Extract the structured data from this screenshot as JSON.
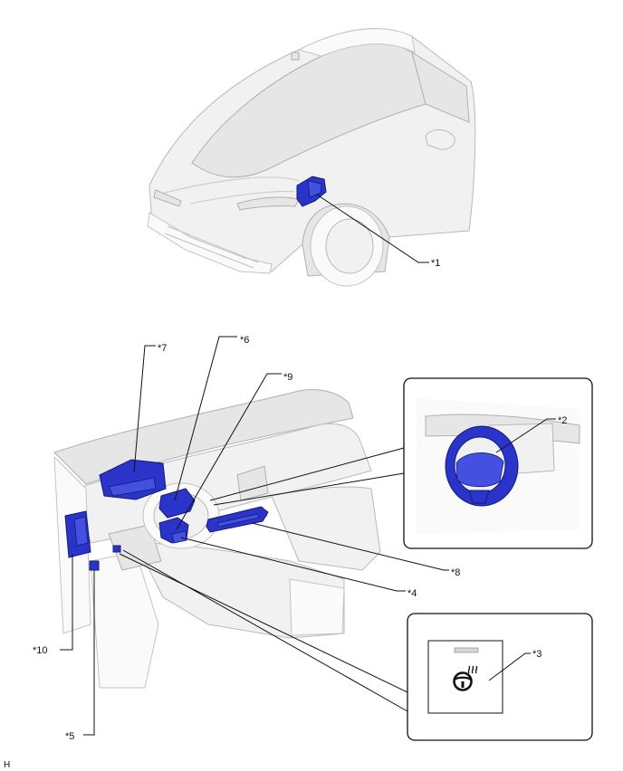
{
  "callouts": {
    "c1": "*1",
    "c2": "*2",
    "c3": "*3",
    "c4": "*4",
    "c5": "*5",
    "c6": "*6",
    "c7": "*7",
    "c8": "*8",
    "c9": "*9",
    "c10": "*10"
  },
  "corner_mark": "H",
  "colors": {
    "component_highlight": "#2a34c8",
    "vehicle_body": "#f1f1f1",
    "line": "#111111"
  },
  "icons": {
    "heated_steering": "heated-steering-wheel-icon"
  }
}
